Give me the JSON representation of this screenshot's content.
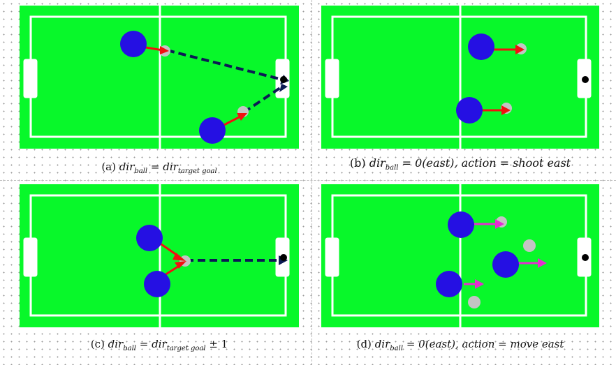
{
  "colors": {
    "field": "#08f82a",
    "lines": "#ffffff",
    "player": "#2510e3",
    "ball": "#c4c4c4",
    "arrow_red": "#f21010",
    "arrow_magenta": "#e52ed0",
    "dashed_path": "#0c1a54",
    "goal_ball": "#000000"
  },
  "panels": [
    {
      "id": "a",
      "caption": {
        "label": "(a)",
        "lhs": "dir",
        "lhs_sub": "ball",
        "op": "=",
        "rhs": "dir",
        "rhs_sub": "target goal",
        "suffix": ""
      }
    },
    {
      "id": "b",
      "caption": {
        "label": "(b)",
        "lhs": "dir",
        "lhs_sub": "ball",
        "op": "=",
        "rhs": "0(east), action = shoot east",
        "rhs_sub": "",
        "suffix": ""
      }
    },
    {
      "id": "c",
      "caption": {
        "label": "(c)",
        "lhs": "dir",
        "lhs_sub": "ball",
        "op": "=",
        "rhs": "dir",
        "rhs_sub": "target goal",
        "suffix": "± 1"
      }
    },
    {
      "id": "d",
      "caption": {
        "label": "(d)",
        "lhs": "dir",
        "lhs_sub": "ball",
        "op": "=",
        "rhs": "0(east), action = move east",
        "rhs_sub": "",
        "suffix": ""
      }
    }
  ]
}
